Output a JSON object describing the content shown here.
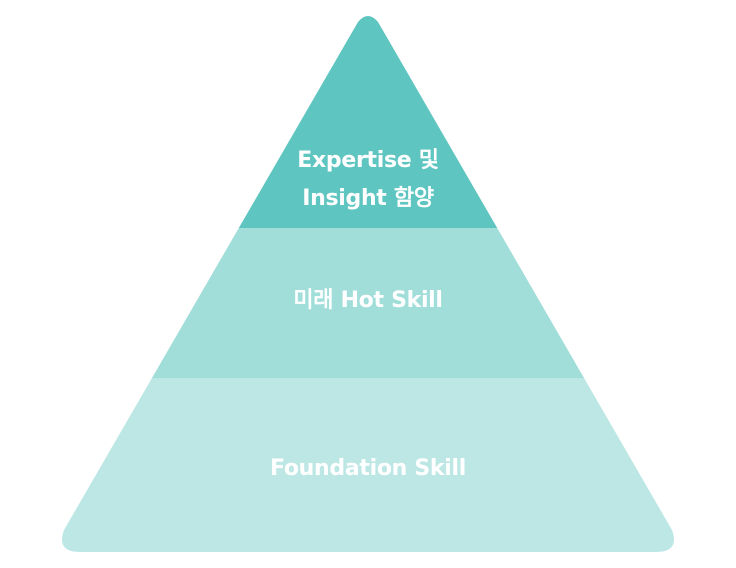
{
  "pyramid": {
    "tiers": [
      {
        "id": "top",
        "lines": [
          "Expertise 및",
          "Insight 함양"
        ],
        "color": "#5ec5c0"
      },
      {
        "id": "middle",
        "lines": [
          "미래 Hot Skill"
        ],
        "color": "#a1ddd9"
      },
      {
        "id": "bottom",
        "lines": [
          "Foundation Skill"
        ],
        "color": "#bde7e4"
      }
    ]
  }
}
